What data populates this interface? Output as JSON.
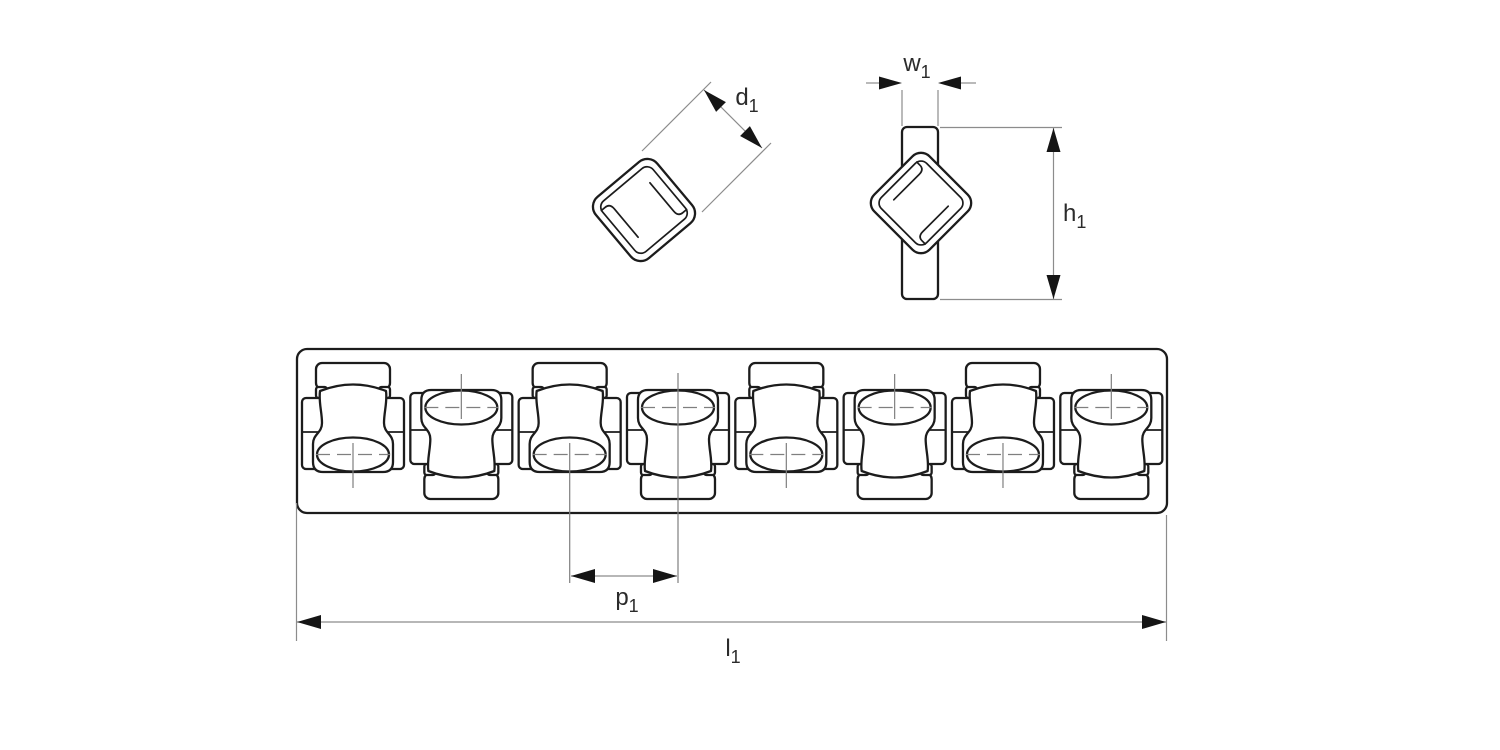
{
  "figure": {
    "type": "technical-dimensional-drawing",
    "background": "#ffffff",
    "colors": {
      "line": "#1c1c1c",
      "dim_line": "#8c8c8c",
      "centerline": "#7f7f7f",
      "arrow": "#151515",
      "text": "#2b2b2b"
    },
    "views": {
      "roller_tilted": {
        "name": "roller-with-cage-pocket-tilted-view"
      },
      "roller_cross_section": {
        "name": "cage-strip-cross-section-with-roller"
      },
      "cage_band": {
        "name": "flat-cage-strip-plan-view",
        "roller_count": 8,
        "rollers": [
          {
            "facing": "down",
            "centerline": "short"
          },
          {
            "facing": "up",
            "centerline": "short"
          },
          {
            "facing": "down",
            "centerline": "extended"
          },
          {
            "facing": "up",
            "centerline": "extended"
          },
          {
            "facing": "down",
            "centerline": "short"
          },
          {
            "facing": "up",
            "centerline": "short"
          },
          {
            "facing": "down",
            "centerline": "short"
          },
          {
            "facing": "up",
            "centerline": "short"
          }
        ]
      }
    },
    "dimensions": {
      "d1": {
        "base": "d",
        "sub": "1"
      },
      "w1": {
        "base": "w",
        "sub": "1"
      },
      "h1": {
        "base": "h",
        "sub": "1"
      },
      "p1": {
        "base": "p",
        "sub": "1"
      },
      "l1": {
        "base": "l",
        "sub": "1"
      }
    }
  }
}
